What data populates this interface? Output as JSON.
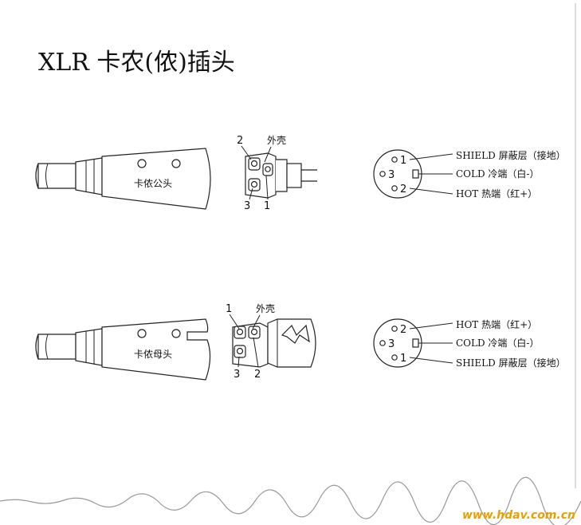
{
  "title": "XLR 卡农(侬)插头",
  "male": {
    "plug_label": "卡侬公头",
    "shell_label": "外壳",
    "pins": [
      "2",
      "3",
      "1"
    ],
    "face_pins": [
      "1",
      "3",
      "2"
    ],
    "signals": [
      "SHIELD 屏蔽层（接地）",
      "COLD 冷端（白-）",
      "HOT 热端（红+）"
    ]
  },
  "female": {
    "plug_label": "卡侬母头",
    "shell_label": "外壳",
    "pins": [
      "1",
      "3",
      "2"
    ],
    "face_pins": [
      "2",
      "3",
      "1"
    ],
    "signals": [
      "HOT 热端（红+）",
      "COLD 冷端（白-）",
      "SHIELD 屏蔽层（接地）"
    ]
  },
  "watermark": "www.hdav.com.cn",
  "colors": {
    "line": "#222222",
    "watermark": "#e8a000",
    "background": "#ffffff"
  }
}
